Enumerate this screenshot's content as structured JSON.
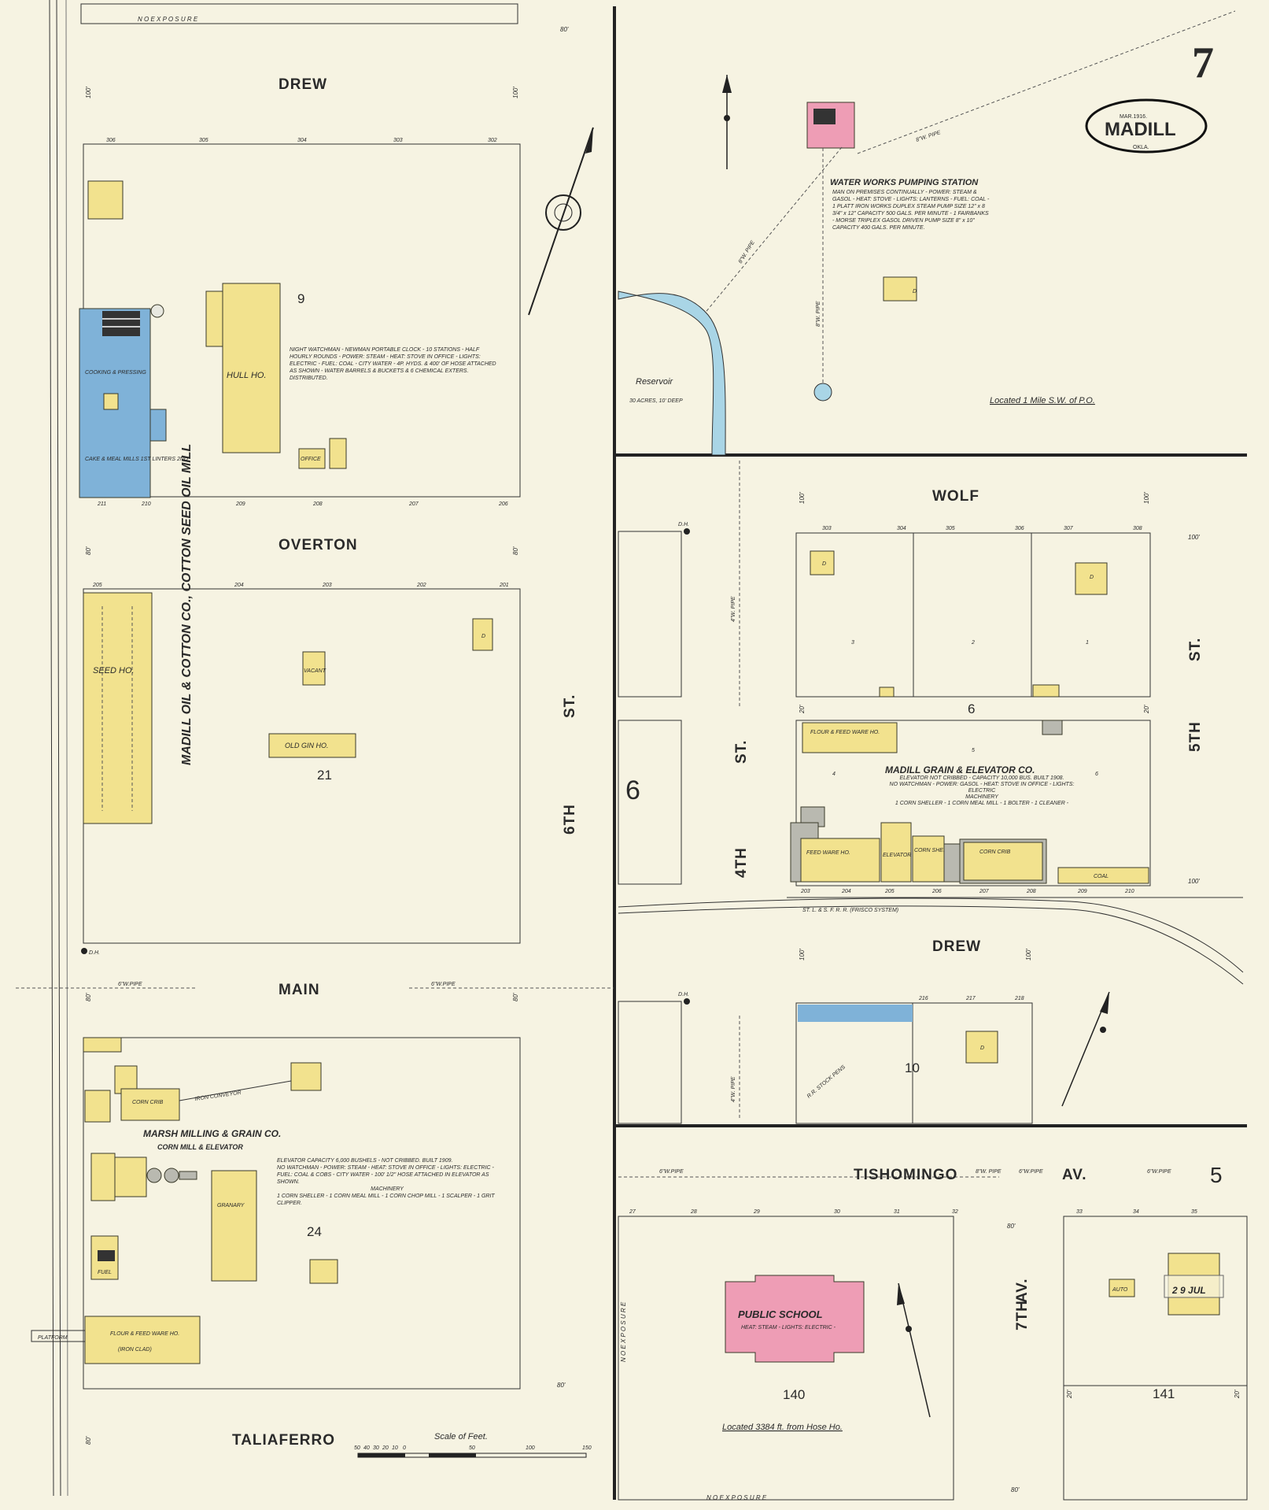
{
  "sheet": {
    "page_number": "7",
    "adjacent_sheet": "5",
    "cartouche": {
      "date": "MAR.1916.",
      "city": "MADILL",
      "state": "OKLA."
    }
  },
  "streets": {
    "drew_top": "DREW",
    "overton": "OVERTON",
    "main": "MAIN",
    "taliaferro": "TALIAFERRO",
    "sixth_st_a": "6TH",
    "sixth_st_b": "ST.",
    "wolf": "WOLF",
    "drew_right": "DREW",
    "fourth_st_a": "4TH",
    "fourth_st_b": "ST.",
    "fifth_st_a": "5TH",
    "fifth_st_b": "ST.",
    "tishomingo": "TISHOMINGO",
    "tishomingo_av": "AV.",
    "seventh_av_a": "7TH",
    "seventh_av_b": "AV."
  },
  "blocks": {
    "b9": "9",
    "b21": "21",
    "b24": "24",
    "b6": "6",
    "b6b": "6",
    "b10": "10",
    "b140": "140",
    "b141": "141"
  },
  "labels": {
    "no_exposure": "N O   E X P O S U R E",
    "mill_vertical": "MADILL OIL & COTTON CO., COTTON SEED OIL MILL",
    "hull_ho": "HULL HO.",
    "seed_ho": "SEED HO.",
    "old_gin": "OLD GIN HO.",
    "vacant": "VACANT",
    "office": "OFFICE",
    "mill_note": "NIGHT WATCHMAN - NEWMAN PORTABLE CLOCK - 10 STATIONS - HALF HOURLY ROUNDS - POWER: STEAM - HEAT: STOVE IN OFFICE - LIGHTS: ELECTRIC - FUEL: COAL - CITY WATER - 4P. HYDS. & 400' OF HOSE ATTACHED AS SHOWN - WATER BARRELS & BUCKETS & 6 CHEMICAL EXTERS. DISTRIBUTED.",
    "cooking": "COOKING & PRESSING",
    "linters": "CAKE & MEAL MILLS 1ST LINTERS 2ND",
    "marsh_title": "MARSH MILLING & GRAIN CO.",
    "marsh_sub": "CORN MILL & ELEVATOR",
    "marsh_note1": "ELEVATOR CAPACITY 6,000 BUSHELS - NOT CRIBBED. BUILT 1909.",
    "marsh_note2": "NO WATCHMAN - POWER: STEAM - HEAT: STOVE IN OFFICE - LIGHTS: ELECTRIC - FUEL: COAL & COBS - CITY WATER - 100' 1/2\" HOSE ATTACHED IN ELEVATOR AS SHOWN.",
    "marsh_mach": "MACHINERY",
    "marsh_mach2": "1 CORN SHELLER - 1 CORN MEAL MILL - 1 CORN CHOP MILL - 1 SCALPER - 1 GRIT CLIPPER.",
    "corn_crib": "CORN CRIB",
    "granary": "GRANARY",
    "flour_feed_left": "FLOUR & FEED WARE HO.",
    "iron_clad": "(IRON CLAD)",
    "fuel": "FUEL",
    "iron_conveyor": "IRON CONVEYOR",
    "waterworks_title": "WATER WORKS PUMPING STATION",
    "waterworks_note": "MAN ON PREMISES CONTINUALLY - POWER: STEAM & GASOL - HEAT: STOVE - LIGHTS: LANTERNS - FUEL: COAL - 1 PLATT IRON WORKS DUPLEX STEAM PUMP SIZE 12\" x 8 3/4\" x 12\" CAPACITY 500 GALS. PER MINUTE - 1 FAIRBANKS - MORSE TRIPLEX GASOL DRIVEN PUMP SIZE 8\" x 10\" CAPACITY 400 GALS. PER MINUTE.",
    "reservoir": "Reservoir",
    "reservoir_size": "30 ACRES, 10' DEEP",
    "located_po": "Located 1 Mile S.W. of P.O.",
    "pipe_8": "8\"W. PIPE",
    "pipe_6": "6\"W.PIPE",
    "pipe_4": "4\"W. PIPE",
    "grain_title": "MADILL GRAIN & ELEVATOR CO.",
    "grain_note1": "ELEVATOR NOT CRIBBED - CAPACITY 10,000 BUS. BUILT 1908.",
    "grain_note2": "NO WATCHMAN - POWER: GASOL - HEAT: STOVE IN OFFICE - LIGHTS: ELECTRIC",
    "grain_mach": "MACHINERY",
    "grain_mach2": "1 CORN SHELLER - 1 CORN MEAL MILL - 1 BOLTER - 1 CLEANER -",
    "flour_feed_right": "FLOUR & FEED WARE HO.",
    "feed_ware": "FEED WARE HO.",
    "elevator": "ELEVATOR",
    "corn_sheller": "CORN SHELLER",
    "corn_crib_right": "CORN CRIB",
    "coal": "COAL",
    "railroad": "ST. L. & S. F. R. R. (FRISCO SYSTEM)",
    "stock_pens": "R.R. STOCK PENS",
    "public_school": "PUBLIC SCHOOL",
    "school_note": "HEAT: STEAM - LIGHTS: ELECTRIC -",
    "located_hose": "Located 3384 ft. from Hose Ho.",
    "auto": "AUTO",
    "scale_title": "Scale of Feet.",
    "scale_ticks": [
      "50",
      "40",
      "30",
      "20",
      "10",
      "0",
      "50",
      "100",
      "150"
    ],
    "platform": "PLATFORM",
    "dh": "D.H.",
    "dwelling": "D",
    "stamp": "2 9 JUL"
  },
  "dimensions": {
    "d80": "80'",
    "d100": "100'",
    "d20": "20'"
  },
  "lot_numbers": {
    "block9_top": [
      "306",
      "305",
      "304",
      "303",
      "302"
    ],
    "block9_bottom": [
      "211",
      "210",
      "209",
      "208",
      "207",
      "206"
    ],
    "block21_top": [
      "205",
      "204",
      "203",
      "202",
      "201"
    ],
    "block6_top": [
      "303",
      "304",
      "305",
      "306",
      "307",
      "308"
    ],
    "block6_bottom": [
      "203",
      "204",
      "205",
      "206",
      "207",
      "208",
      "209",
      "210"
    ],
    "block10_top": [
      "216",
      "217",
      "218"
    ],
    "block140_top": [
      "27",
      "28",
      "29",
      "30",
      "31",
      "32"
    ],
    "block141_top": [
      "33",
      "34",
      "35"
    ],
    "block6_lots": [
      "3",
      "2",
      "1",
      "4",
      "5",
      "6"
    ]
  },
  "colors": {
    "paper": "#f6f3e2",
    "frame_dwelling": "#f2e28e",
    "brick": "#ee9db5",
    "fireproof_blue": "#7fb2d8",
    "water": "#a9d5e6"
  }
}
